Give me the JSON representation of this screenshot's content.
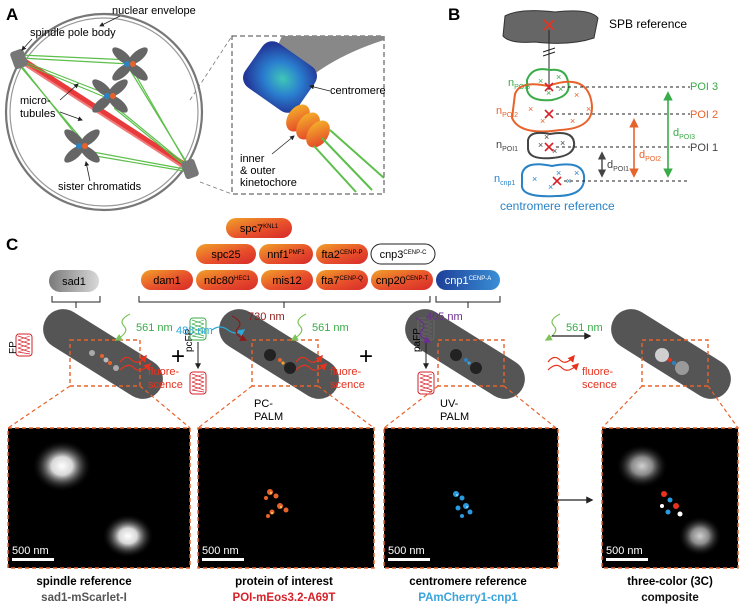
{
  "panels": {
    "a": {
      "letter": "A",
      "nuclear_envelope": "nuclear envelope",
      "spindle_pole_body": "spindle pole body",
      "microtubules_1": "micro-",
      "microtubules_2": "tubules",
      "sister_chromatids": "sister chromatids",
      "centromere": "centromere",
      "kinetochore_1": "inner",
      "kinetochore_2": "& outer",
      "kinetochore_3": "kinetochore"
    },
    "b": {
      "letter": "B",
      "spb_reference": "SPB reference",
      "n_poi3": "n",
      "n_poi3_sub": "POI3",
      "n_poi2": "n",
      "n_poi2_sub": "POI2",
      "n_poi1": "n",
      "n_poi1_sub": "POI1",
      "n_cnp1": "n",
      "n_cnp1_sub": "cnp1",
      "poi3": "POI 3",
      "poi2": "POI 2",
      "poi1": "POI 1",
      "d_poi3": "d",
      "d_poi3_sub": "POI3",
      "d_poi2": "d",
      "d_poi2_sub": "POI2",
      "d_poi1": "d",
      "d_poi1_sub": "POI1",
      "centromere_reference": "centromere reference"
    },
    "c": {
      "letter": "C",
      "proteins": {
        "sad1": "sad1",
        "spc7": "spc7",
        "spc7_sup": "KNL1",
        "spc25": "spc25",
        "nnf1": "nnf1",
        "nnf1_sup": "PMF1",
        "fta2": "fta2",
        "fta2_sup": "CENP-P",
        "cnp3": "cnp3",
        "cnp3_sup": "CENP-C",
        "dam1": "dam1",
        "ndc80": "ndc80",
        "ndc80_sup": "HEC1",
        "mis12": "mis12",
        "fta7": "fta7",
        "fta7_sup": "CENP-Q",
        "cnp20": "cnp20",
        "cnp20_sup": "CENP-T",
        "cnp1": "cnp1",
        "cnp1_sup": "CENP-A"
      },
      "fp_label": "FP",
      "pcfp_label": "pcFP",
      "pafp_label": "paFP",
      "laser_561_1": "561 nm",
      "laser_488": "488 nm",
      "laser_730": "730 nm",
      "laser_561_2": "561 nm",
      "laser_405": "405 nm",
      "laser_561_3": "561 nm",
      "fluorescence_1": "fluore-",
      "fluorescence_2": "scence",
      "pc_palm_1": "PC-",
      "pc_palm_2": "PALM",
      "uv_palm_1": "UV-",
      "uv_palm_2": "PALM",
      "plus": "+",
      "arrow": "→",
      "scalebar": "500 nm",
      "captions": [
        {
          "line1": "spindle reference",
          "line2": "sad1-mScarlet-I",
          "color": "#555555"
        },
        {
          "line1": "protein of interest",
          "line2": "POI-mEos3.2-A69T",
          "color": "#d6222a"
        },
        {
          "line1": "centromere reference",
          "line2": "PAmCherry1-cnp1",
          "color": "#3aa3dc"
        },
        {
          "line1": "three-color (3C)",
          "line2": "composite",
          "color": "#111111"
        }
      ]
    }
  },
  "colors": {
    "orange": "#e8632b",
    "green": "#3aab49",
    "blue": "#2a83c5",
    "grey": "#555555",
    "red": "#d6222a",
    "purple": "#6a2d91",
    "darkred": "#8b1a1a"
  }
}
